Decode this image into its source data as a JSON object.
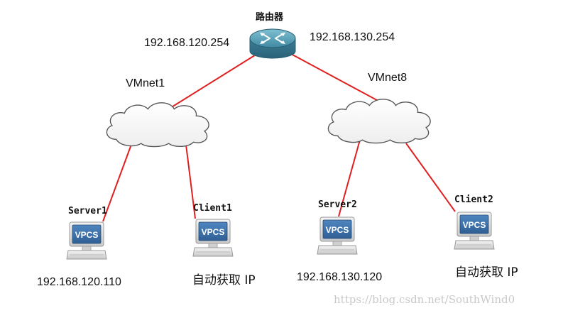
{
  "router": {
    "name": "路由器",
    "icon": "router-icon"
  },
  "networks": [
    {
      "name": "VMnet1",
      "router_ip": "192.168.120.254",
      "icon": "cloud-icon"
    },
    {
      "name": "VMnet8",
      "router_ip": "192.168.130.254",
      "icon": "cloud-icon"
    }
  ],
  "hosts": [
    {
      "name": "Server1",
      "screen_label": "VPCS",
      "address": "192.168.120.110",
      "network": "VMnet1",
      "icon": "computer-icon"
    },
    {
      "name": "Client1",
      "screen_label": "VPCS",
      "address": "自动获取 IP",
      "network": "VMnet1",
      "icon": "computer-icon"
    },
    {
      "name": "Server2",
      "screen_label": "VPCS",
      "address": "192.168.130.120",
      "network": "VMnet8",
      "icon": "computer-icon"
    },
    {
      "name": "Client2",
      "screen_label": "VPCS",
      "address": "自动获取 IP",
      "network": "VMnet8",
      "icon": "computer-icon"
    }
  ],
  "watermark": "https://blog.csdn.net/SouthWind0",
  "colors": {
    "link": "#e02020",
    "cloud_fill": "#ffffff",
    "cloud_stroke": "#555555",
    "router_body": "#4a8aa0",
    "screen": "#3d6fa8"
  }
}
